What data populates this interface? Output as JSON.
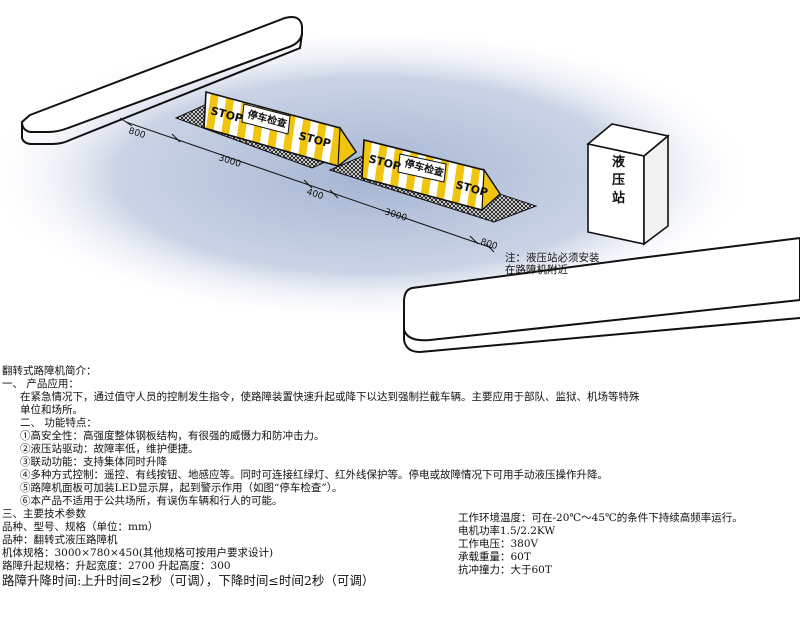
{
  "diagram": {
    "stop_label": "STOP",
    "check_label": "停车检查",
    "station_label": [
      "液",
      "压",
      "站"
    ],
    "dims": [
      "800",
      "3000",
      "400",
      "3000",
      "800"
    ],
    "note": [
      "注：液压站必须安装",
      "在路障机附近"
    ],
    "colors": {
      "stripe_yellow": "#f1c40f",
      "shadow_blue": "#9fb0cf"
    }
  },
  "text": {
    "title": "翻转式路障机简介：",
    "s1_head": "一、    产品应用：",
    "s1_body_1": "在紧急情况下，通过值守人员的控制发生指令，使路障装置快速升起或降下以达到强制拦截车辆。主要应用于部队、监狱、机场等特殊",
    "s1_body_2": "单位和场所。",
    "s2_head": "二、    功能特点：",
    "f1": "①高安全性：高强度整体钢板结构，有很强的威慑力和防冲击力。",
    "f2": "②液压站驱动：故障率低，维护便捷。",
    "f3": "③联动功能：支持集体同时升降",
    "f4": "④多种方式控制：遥控、有线按钮、地感应等。同时可连接红绿灯、红外线保护等。停电或故障情况下可用手动液压操作升降。",
    "f5": "⑤路障机面板可加装LED显示屏，起到警示作用（如图“停车检查”）。",
    "f6": "⑥本产品不适用于公共场所，有误伤车辆和行人的可能。",
    "s3_head": "三、主要技术参数",
    "p_left": [
      "品种、型号、规格（单位：mm）",
      "品种：翻转式液压路障机",
      "机体规格：3000×780×450(其他规格可按用户要求设计)",
      "路障升起规格：升起宽度：2700 升起高度：300",
      "路障升降时间:上升时间≤2秒（可调），下降时间≤时间2秒（可调）"
    ],
    "p_right": [
      "工作环境温度：可在-20℃～45℃的条件下持续高频率运行。",
      "电机功率1.5/2.2KW",
      "工作电压：380V",
      "承载重量：60T",
      "抗冲撞力：大于60T"
    ]
  }
}
